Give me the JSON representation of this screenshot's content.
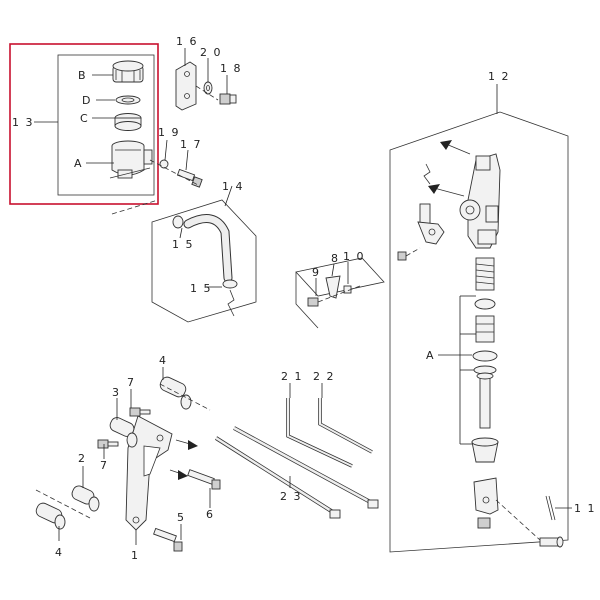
{
  "highlight_color": "#c8102e",
  "labels": {
    "n13": "1 3",
    "B": "B",
    "D": "D",
    "C": "C",
    "A_left": "A",
    "n16": "1 6",
    "n20": "2 0",
    "n18": "1 8",
    "n19": "1 9",
    "n17": "1 7",
    "n14": "1 4",
    "n15a": "1 5",
    "n15b": "1 5",
    "n8": "8",
    "n9": "9",
    "n10": "1 0",
    "n12": "1 2",
    "A_right": "A",
    "n11": "1 1",
    "n21": "2 1",
    "n22": "2 2",
    "n23": "2 3",
    "n4a": "4",
    "n3": "3",
    "n7a": "7",
    "n7b": "7",
    "n2": "2",
    "n6": "6",
    "n5": "5",
    "n1": "1",
    "n4b": "4"
  }
}
